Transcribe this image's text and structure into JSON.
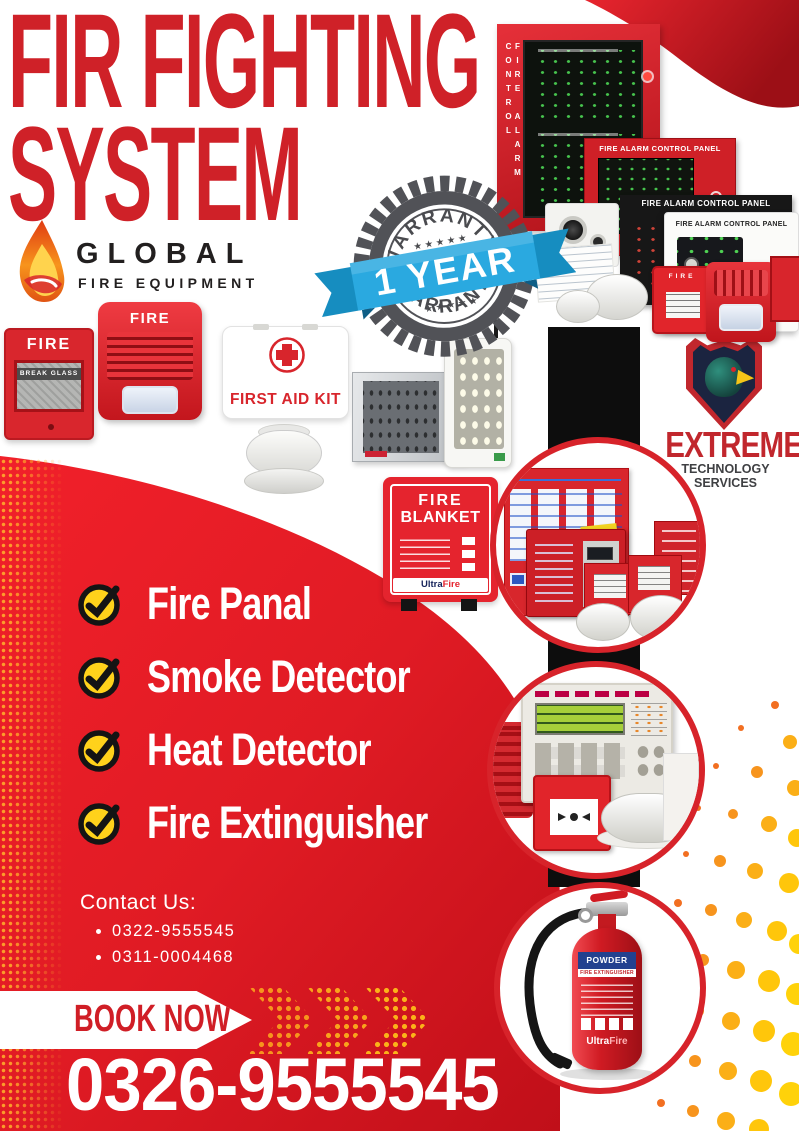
{
  "poster": {
    "title": {
      "line1": "FIR FIGHTING",
      "line2": "SYSTEM"
    },
    "brand": {
      "name": "GLOBAL",
      "subtitle": "FIRE EQUIPMENT"
    },
    "badge": {
      "warranty": "WARRANTY",
      "ribbon": "1 YEAR",
      "stars": "★ ★ ★ ★ ★"
    },
    "partner": {
      "name": "EXTREME",
      "subtitle": "TECHNOLOGY SERVICES"
    },
    "products": {
      "fire_label": "FIRE",
      "panel_side_label": "FIRE ALARM CONTROL",
      "panel_header": "FIRE ALARM CONTROL PANEL",
      "breakglass_sub": "BREAK GLASS",
      "first_aid_label": "FIRST AID KIT",
      "blanket_line2": "BLANKET",
      "brand_a": "Ultra",
      "brand_b": "Fire",
      "ext_label": "POWDER",
      "ext_sub": "FIRE EXTINGUISHER"
    },
    "features": [
      {
        "label": "Fire Panal"
      },
      {
        "label": "Smoke Detector"
      },
      {
        "label": "Heat Detector"
      },
      {
        "label": "Fire Extinguisher"
      }
    ],
    "contact": {
      "heading": "Contact Us:",
      "phone1": "0322-9555545",
      "phone2": "0311-0004468"
    },
    "cta": {
      "label": "BOOK NOW"
    },
    "hotline": "0326-9555545",
    "colors": {
      "primary_red": "#e01e25",
      "title_red": "#cf2128",
      "ribbon_blue": "#2aa9e0",
      "badge_gray": "#515257",
      "check_yellow": "#ffd21b",
      "dot_orange": "#f7941d",
      "black_bar": "#0d0d0d",
      "partner_red": "#c1272d"
    }
  }
}
